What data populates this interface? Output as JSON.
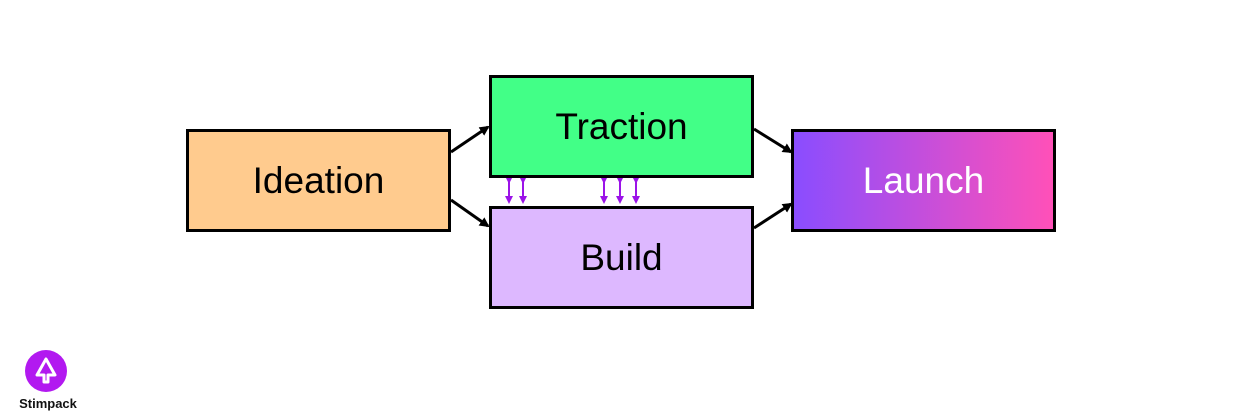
{
  "stages": {
    "ideation": "Ideation",
    "traction": "Traction",
    "build": "Build",
    "launch": "Launch"
  },
  "colors": {
    "ideation_fill": "#FFCB8E",
    "traction_fill": "#42FF87",
    "build_fill": "#DDB8FF",
    "launch_gradient_start": "#8A4DFF",
    "launch_gradient_end": "#FF50B8",
    "arrow": "#000000",
    "sync_arrow": "#9B13E8",
    "brand": "#B219F0"
  },
  "connections": [
    {
      "from": "ideation",
      "to": "traction"
    },
    {
      "from": "ideation",
      "to": "build"
    },
    {
      "from": "traction",
      "to": "launch"
    },
    {
      "from": "build",
      "to": "launch"
    },
    {
      "between": [
        "traction",
        "build"
      ],
      "type": "bidirectional",
      "count": 5
    }
  ],
  "brand": {
    "name": "Stimpack",
    "icon": "stimpack-logo-icon"
  }
}
